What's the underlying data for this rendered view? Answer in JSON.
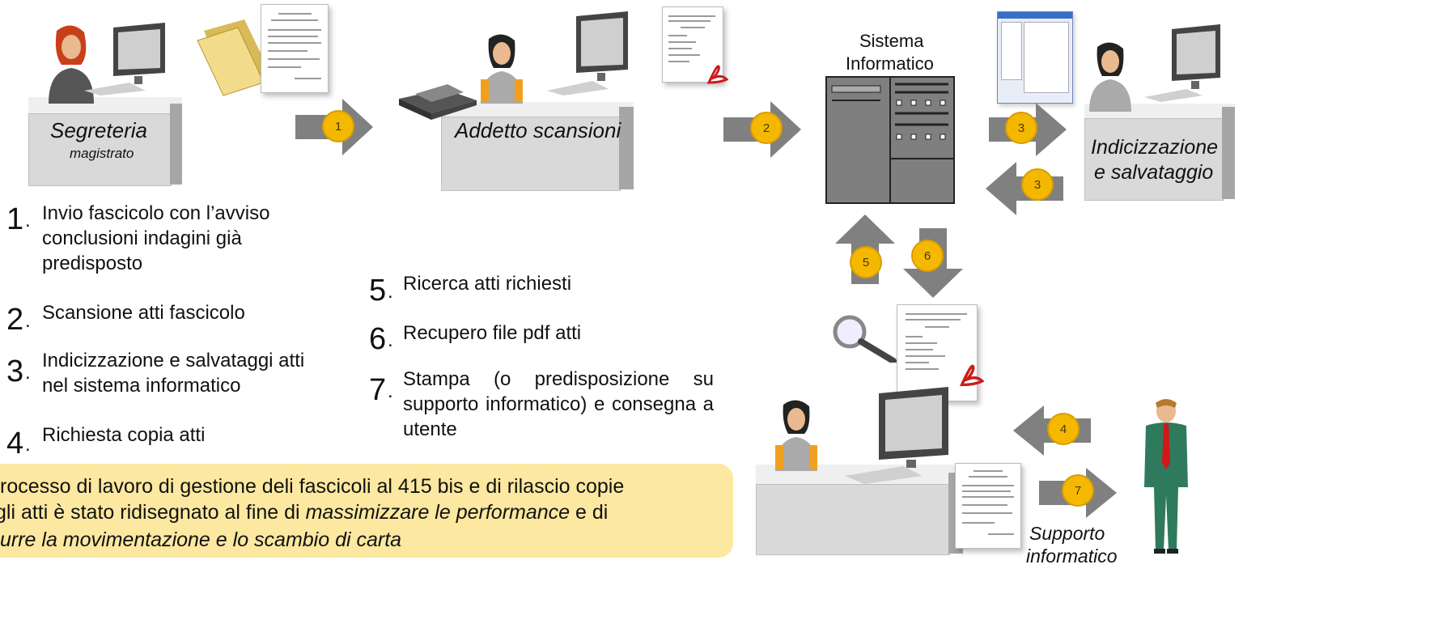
{
  "stations": {
    "segreteria": {
      "title": "Segreteria",
      "subtitle": "magistrato"
    },
    "addetto": {
      "title": "Addetto scansioni"
    },
    "sistema": {
      "title_line1": "Sistema",
      "title_line2": "Informatico"
    },
    "indicizzazione": {
      "line1": "Indicizzazione",
      "line2": "e salvataggio"
    },
    "supporto": {
      "line1": "Supporto",
      "line2": "informatico"
    }
  },
  "arrows": {
    "a1": "1",
    "a2": "2",
    "a3_right": "3",
    "a3_left": "3",
    "a4": "4",
    "a5": "5",
    "a6": "6",
    "a7": "7"
  },
  "steps_left": [
    {
      "num": "1",
      "text": "Invio fascicolo  con l’avviso conclusioni indagini già predisposto"
    },
    {
      "num": "2",
      "text": "Scansione atti fascicolo"
    },
    {
      "num": "3",
      "text": "Indicizzazione e salvataggi atti nel sistema informatico"
    },
    {
      "num": "4",
      "text": "Richiesta copia atti"
    }
  ],
  "steps_right": [
    {
      "num": "5",
      "text": "Ricerca atti richiesti"
    },
    {
      "num": "6",
      "text": "Recupero file pdf atti"
    },
    {
      "num": "7",
      "text": "Stampa (o predisposizione su supporto informatico) e consegna a utente"
    }
  ],
  "note": {
    "line1": "rocesso di lavoro di gestione deli fascicoli al 415 bis e di rilascio copie",
    "line2_pre": "gli atti è stato ridisegnato al fine di ",
    "line2_em": "massimizzare le performance",
    "line2_post": " e di",
    "line3_em": "urre la movimentazione e lo scambio di carta"
  },
  "colors": {
    "arrow": "#808080",
    "badge": "#f5b800",
    "note_bg": "#fce8a0",
    "pdf_red": "#cc1b1b",
    "tower": "#7f7f7f"
  }
}
